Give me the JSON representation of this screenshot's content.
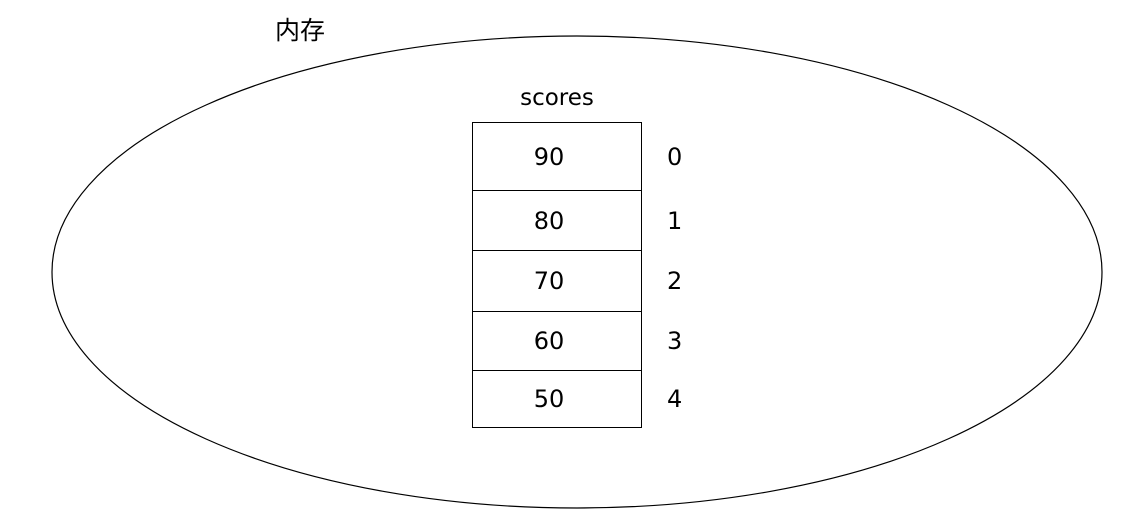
{
  "diagram": {
    "memory_label": "内存",
    "array_name": "scores",
    "stroke_color": "#000000",
    "background_color": "#ffffff",
    "cells": [
      {
        "value": "90",
        "index": "0"
      },
      {
        "value": "80",
        "index": "1"
      },
      {
        "value": "70",
        "index": "2"
      },
      {
        "value": "60",
        "index": "3"
      },
      {
        "value": "50",
        "index": "4"
      }
    ]
  }
}
